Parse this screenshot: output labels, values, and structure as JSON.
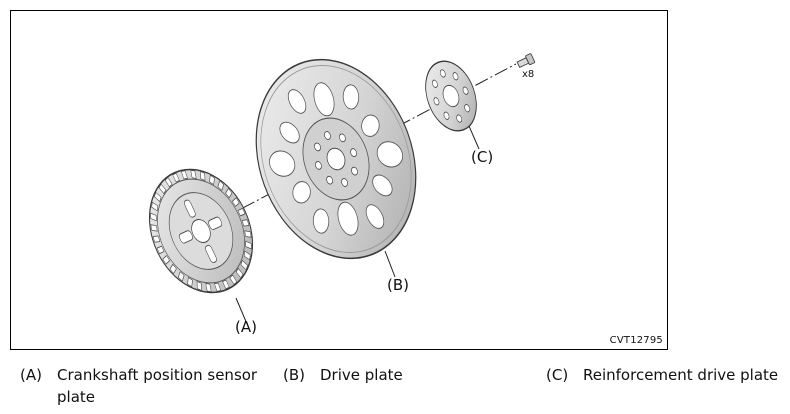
{
  "figure": {
    "id": "CVT12795",
    "quantity_label": "x8",
    "callouts": {
      "a": "(A)",
      "b": "(B)",
      "c": "(C)"
    }
  },
  "legend": [
    {
      "code": "(A)",
      "text": "Crankshaft position sensor plate"
    },
    {
      "code": "(B)",
      "text": "Drive plate"
    },
    {
      "code": "(C)",
      "text": "Reinforcement drive plate"
    }
  ],
  "colors": {
    "metal_light": "#e6e6e6",
    "metal_mid": "#c8c8c8",
    "metal_dark": "#8a8a8a",
    "outline": "#3a3a3a"
  }
}
